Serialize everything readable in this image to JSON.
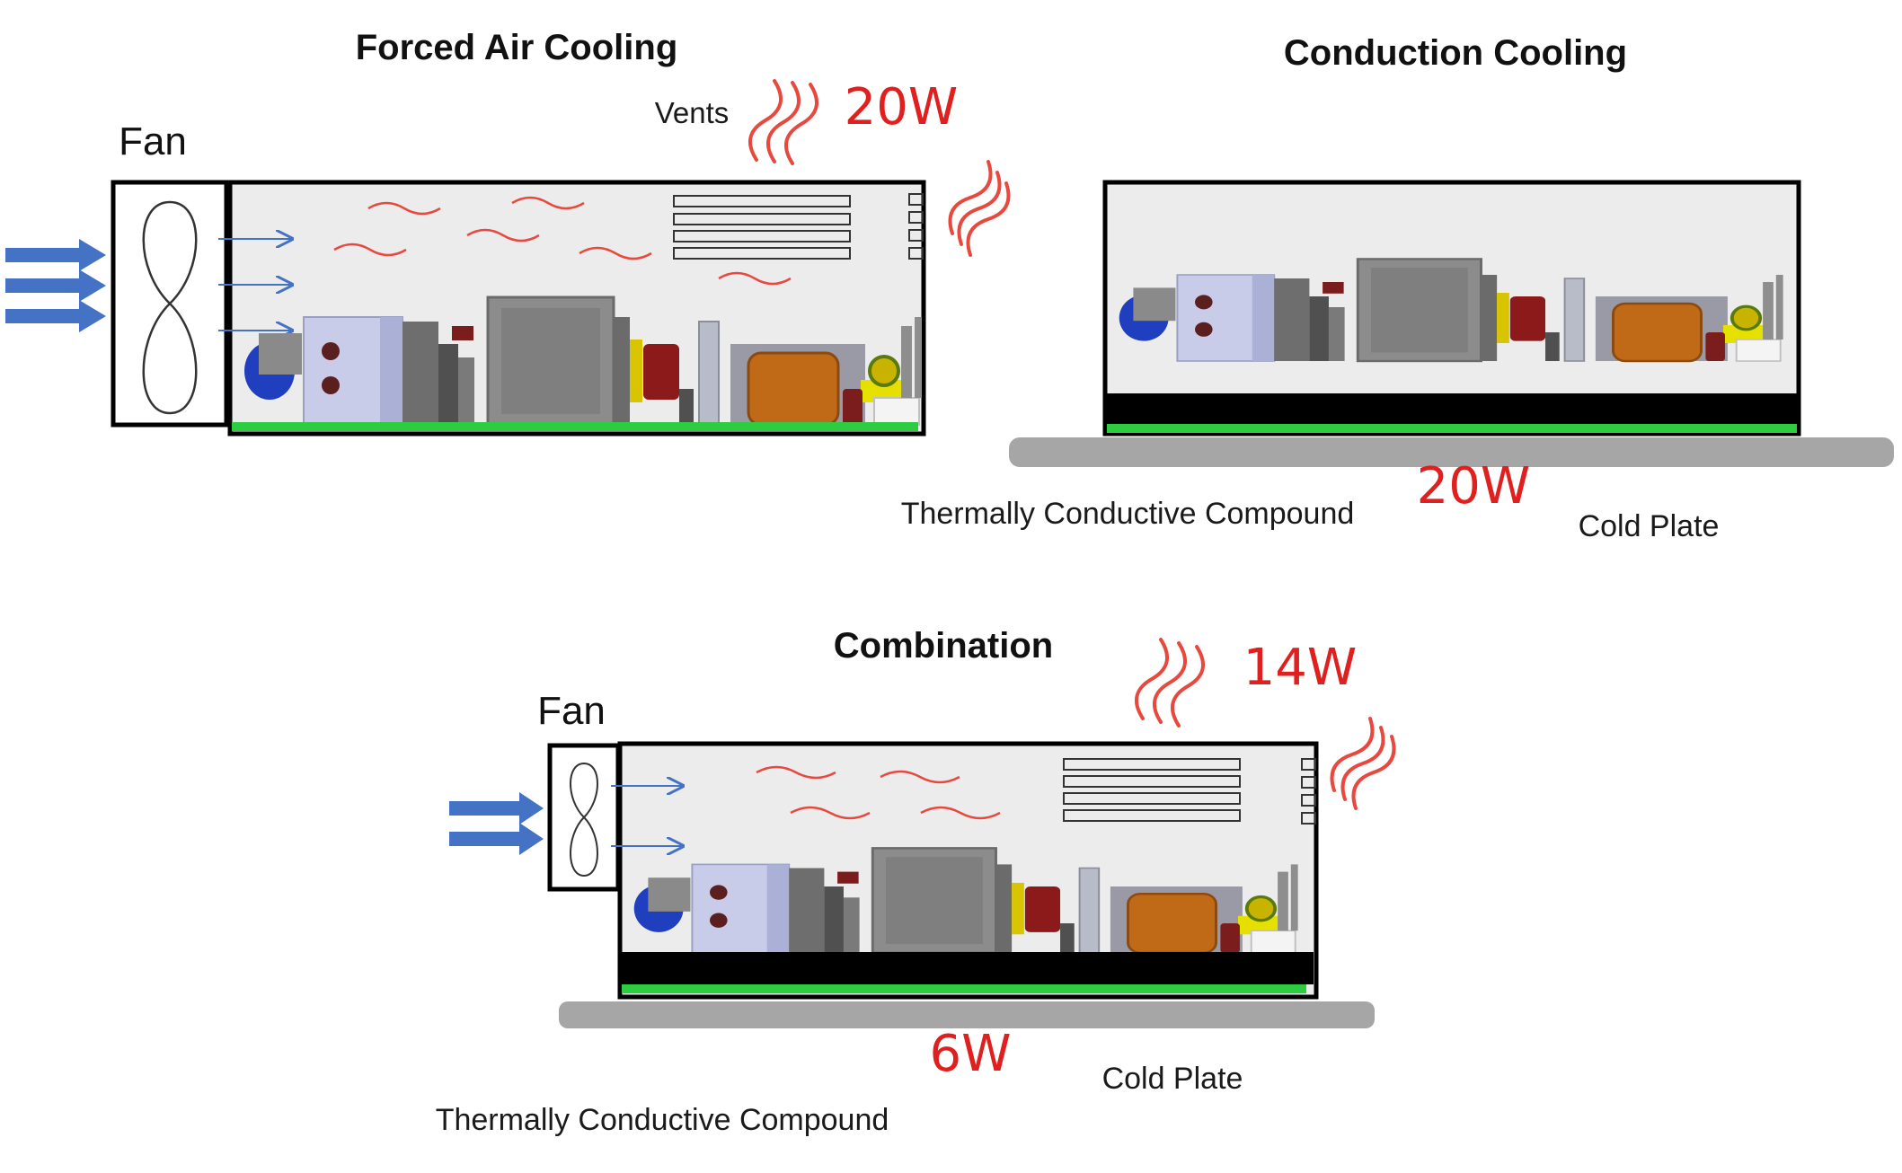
{
  "panels": {
    "forced_air": {
      "title": "Forced Air Cooling",
      "fan_label": "Fan",
      "vents_label": "Vents",
      "heat_out": "20W"
    },
    "conduction": {
      "title": "Conduction Cooling",
      "heat_out": "20W",
      "compound_label": "Thermally Conductive Compound",
      "cold_plate_label": "Cold Plate"
    },
    "combination": {
      "title": "Combination",
      "fan_label": "Fan",
      "heat_out_air": "14W",
      "heat_out_plate": "6W",
      "compound_label": "Thermally Conductive Compound",
      "cold_plate_label": "Cold Plate"
    }
  },
  "colors": {
    "airflow_arrow": "#4472c4",
    "heat_wave": "#e8493f",
    "watt_text": "#e0201e",
    "pcb": "#2ecc40",
    "cold_plate": "#a6a6a6",
    "compound": "#000000",
    "enclosure_fill": "#ececec"
  }
}
